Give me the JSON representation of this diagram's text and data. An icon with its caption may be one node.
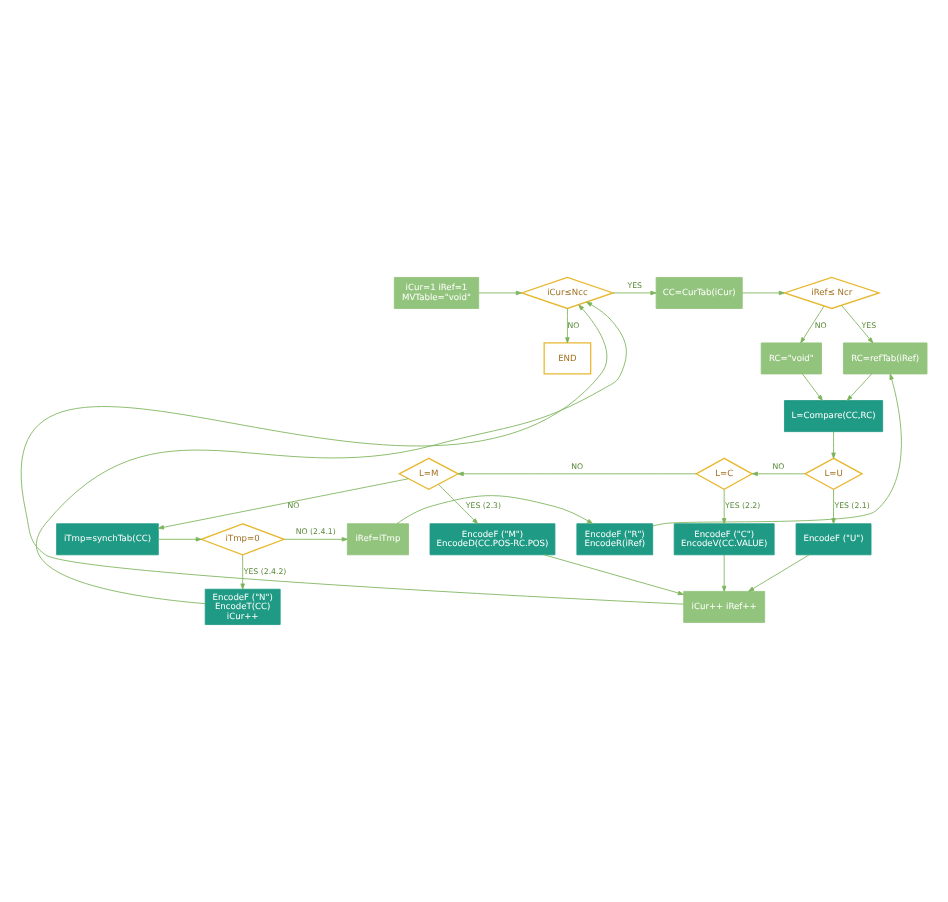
{
  "diagram": {
    "nodes": [
      {
        "text": [
          "iCur=1 iRef=1 MVTable=\"void\""
        ]
      },
      {
        "text": [
          "iCur≤Ncc"
        ]
      },
      {
        "text": [
          "END"
        ]
      },
      {
        "text": [
          "CC=CurTab(iCur)"
        ]
      },
      {
        "text": [
          "iRef≤ Ncr"
        ]
      },
      {
        "text": [
          "RC=\"void\""
        ]
      },
      {
        "text": [
          "RC=refTab(iRef)"
        ]
      },
      {
        "text": [
          "L=Compare(CC,RC)"
        ]
      },
      {
        "text": [
          "L=U"
        ]
      },
      {
        "text": [
          "L=C"
        ]
      },
      {
        "text": [
          "L=M"
        ]
      },
      {
        "text": [
          "EncodeF (\"M\") EncodeD(CC.POS-RC.POS)"
        ]
      },
      {
        "text": [
          "EncodeF (\"C\") EncodeV(CC.VALUE)"
        ]
      },
      {
        "text": [
          "EncodeF (\"U\")"
        ]
      },
      {
        "text": [
          "iCur++ iRef++"
        ]
      },
      {
        "text": [
          "iTmp=synchTab(CC)"
        ]
      },
      {
        "text": [
          "iTmp=0"
        ]
      },
      {
        "text": [
          "iRef=iTmp"
        ]
      },
      {
        "text": [
          "EncodeF (\"R\") EncodeR(iRef)"
        ]
      },
      {
        "text": [
          "EncodeF (\"N\") EncodeT(CC) iCur++"
        ]
      }
    ],
    "edges": [
      {
        "from": 0,
        "to": 1,
        "arrow": "to"
      },
      {
        "from": 1,
        "to": 3,
        "arrow": "to",
        "label": "YES"
      },
      {
        "from": 1,
        "to": 2,
        "arrow": "to",
        "label": "NO"
      },
      {
        "from": 3,
        "to": 4,
        "arrow": "to"
      },
      {
        "from": 4,
        "to": 5,
        "arrow": "to",
        "label": "NO"
      },
      {
        "from": 4,
        "to": 6,
        "arrow": "to",
        "label": "YES"
      },
      {
        "from": 5,
        "to": 7,
        "arrow": "to"
      },
      {
        "from": 6,
        "to": 7,
        "arrow": "to"
      },
      {
        "from": 7,
        "to": 8,
        "arrow": "to"
      },
      {
        "from": 8,
        "to": 9,
        "arrow": "to",
        "label": "NO"
      },
      {
        "from": 9,
        "to": 10,
        "arrow": "to",
        "label": "NO"
      },
      {
        "from": 8,
        "to": 13,
        "arrow": "to",
        "label": "YES (2.1)"
      },
      {
        "from": 9,
        "to": 12,
        "arrow": "to",
        "label": "YES (2.2)"
      },
      {
        "from": 10,
        "to": 11,
        "arrow": "to",
        "label": "YES (2.3)"
      },
      {
        "from": 10,
        "to": 15,
        "arrow": "to",
        "label": "NO"
      },
      {
        "from": 11,
        "to": 14,
        "arrow": "to"
      },
      {
        "from": 12,
        "to": 14,
        "arrow": "to"
      },
      {
        "from": 13,
        "to": 14,
        "arrow": "to"
      },
      {
        "from": 14,
        "to": 1,
        "arrow": "to"
      },
      {
        "from": 15,
        "to": 16,
        "arrow": "to"
      },
      {
        "from": 16,
        "to": 17,
        "arrow": "to",
        "label": "NO (2.4.1)"
      },
      {
        "from": 16,
        "to": 19,
        "arrow": "to",
        "label": "YES (2.4.2)"
      },
      {
        "from": 17,
        "to": 18,
        "arrow": "to"
      },
      {
        "from": 18,
        "to": 6,
        "arrow": "to"
      },
      {
        "from": 19,
        "to": 1,
        "arrow": "to"
      }
    ]
  }
}
